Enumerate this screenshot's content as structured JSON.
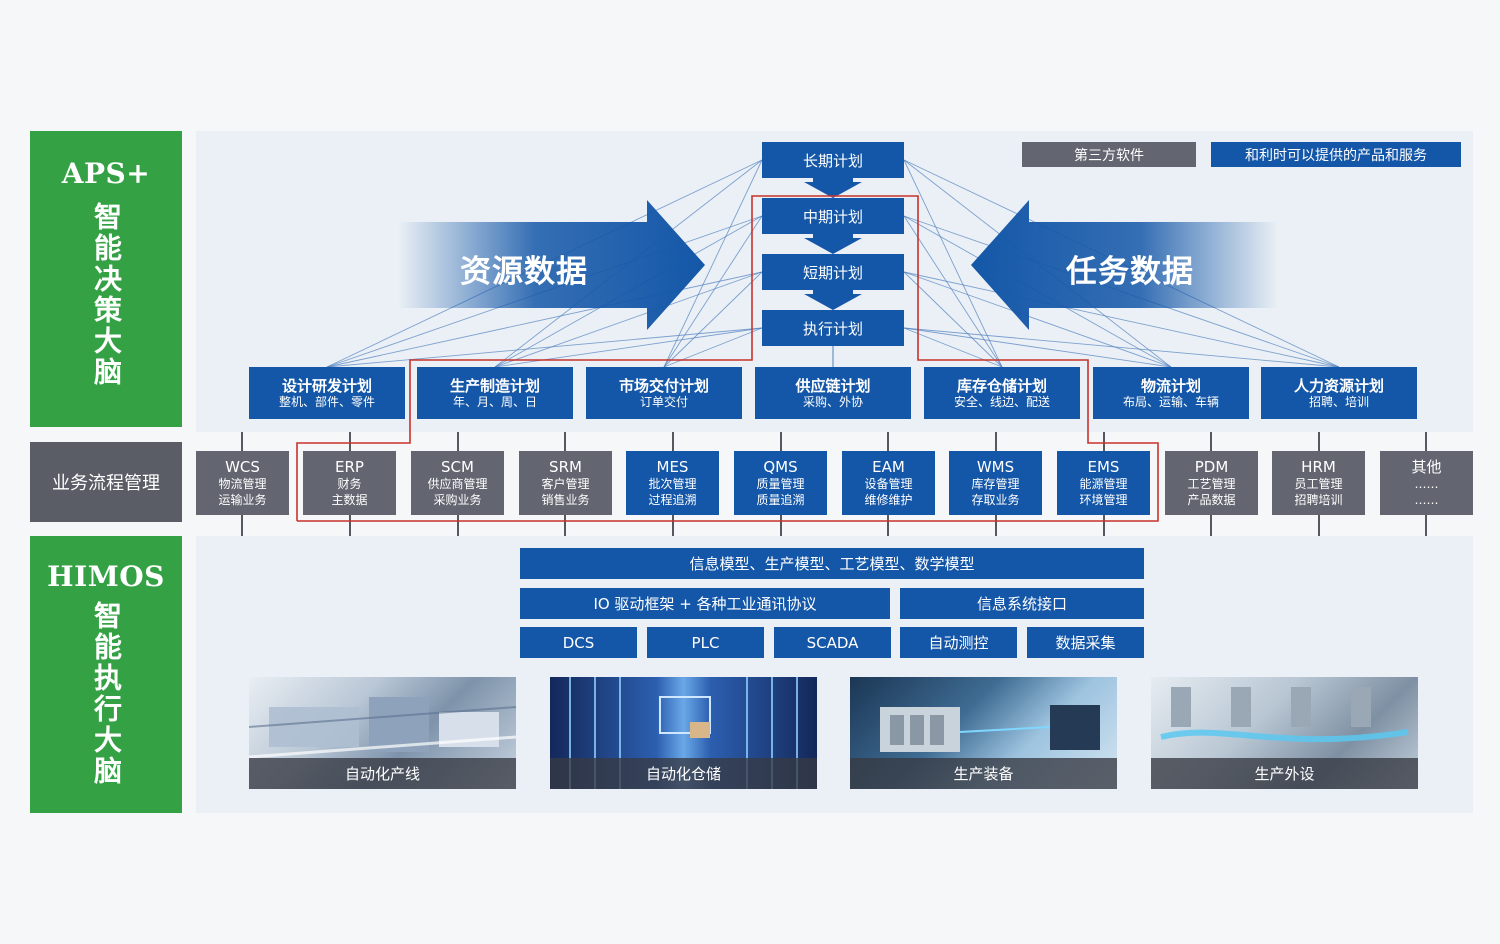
{
  "aps": {
    "title": "APS+",
    "subtitle": "智能决策大脑"
  },
  "business": {
    "label": "业务流程管理"
  },
  "himos": {
    "title": "HIMOS",
    "subtitle": "智能执行大脑"
  },
  "legend": {
    "third_party": "第三方软件",
    "own": "和利时可以提供的产品和服务"
  },
  "arrows": {
    "left": "资源数据",
    "right": "任务数据"
  },
  "tiers": [
    "长期计划",
    "中期计划",
    "短期计划",
    "执行计划"
  ],
  "plans": [
    {
      "title": "设计研发计划",
      "sub": "整机、部件、零件"
    },
    {
      "title": "生产制造计划",
      "sub": "年、月、周、日"
    },
    {
      "title": "市场交付计划",
      "sub": "订单交付"
    },
    {
      "title": "供应链计划",
      "sub": "采购、外协"
    },
    {
      "title": "库存仓储计划",
      "sub": "安全、线边、配送"
    },
    {
      "title": "物流计划",
      "sub": "布局、运输、车辆"
    },
    {
      "title": "人力资源计划",
      "sub": "招聘、培训"
    }
  ],
  "systems": [
    {
      "title": "WCS",
      "l1": "物流管理",
      "l2": "运输业务",
      "kind": "gray"
    },
    {
      "title": "ERP",
      "l1": "财务",
      "l2": "主数据",
      "kind": "gray"
    },
    {
      "title": "SCM",
      "l1": "供应商管理",
      "l2": "采购业务",
      "kind": "gray"
    },
    {
      "title": "SRM",
      "l1": "客户管理",
      "l2": "销售业务",
      "kind": "gray"
    },
    {
      "title": "MES",
      "l1": "批次管理",
      "l2": "过程追溯",
      "kind": "blue"
    },
    {
      "title": "QMS",
      "l1": "质量管理",
      "l2": "质量追溯",
      "kind": "blue"
    },
    {
      "title": "EAM",
      "l1": "设备管理",
      "l2": "维修维护",
      "kind": "blue"
    },
    {
      "title": "WMS",
      "l1": "库存管理",
      "l2": "存取业务",
      "kind": "blue"
    },
    {
      "title": "EMS",
      "l1": "能源管理",
      "l2": "环境管理",
      "kind": "blue"
    },
    {
      "title": "PDM",
      "l1": "工艺管理",
      "l2": "产品数据",
      "kind": "gray"
    },
    {
      "title": "HRM",
      "l1": "员工管理",
      "l2": "招聘培训",
      "kind": "gray"
    },
    {
      "title": "其他",
      "l1": "……",
      "l2": "……",
      "kind": "gray"
    }
  ],
  "himos_bars": {
    "models": "信息模型、生产模型、工艺模型、数学模型",
    "io": "IO 驱动框架 + 各种工业通讯协议",
    "interface": "信息系统接口",
    "bottom": [
      "DCS",
      "PLC",
      "SCADA",
      "自动测控",
      "数据采集"
    ]
  },
  "images": [
    "自动化产线",
    "自动化仓储",
    "生产装备",
    "生产外设"
  ],
  "colors": {
    "green": "#34a244",
    "blue": "#1457a8",
    "gray": "#636670",
    "red": "#c8322d",
    "panel": "#eaf0f5"
  }
}
